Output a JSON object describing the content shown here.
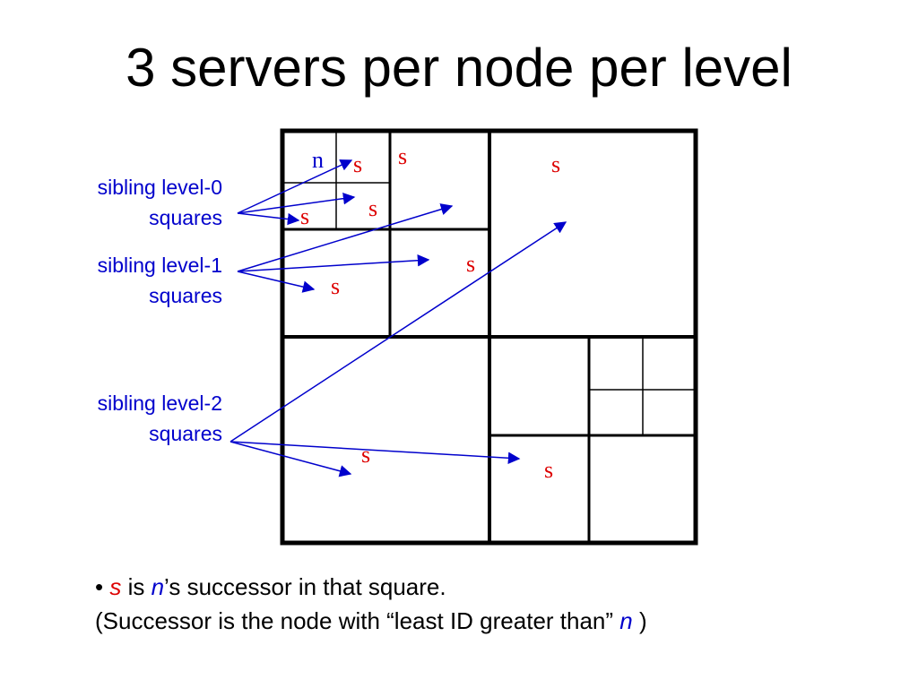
{
  "title": "3 servers per node per level",
  "labels": {
    "level0": [
      "sibling level-0",
      "squares"
    ],
    "level1": [
      "sibling level-1",
      "squares"
    ],
    "level2": [
      "sibling level-2",
      "squares"
    ]
  },
  "diagram": {
    "node_label": "n",
    "server_label": "s"
  },
  "footnote": {
    "bullet": "•",
    "s": "s",
    "is": " is ",
    "n": "n",
    "rest1": "’s successor in that square.",
    "line2_start": "(Successor is the node with “least ID greater than” ",
    "n2": "n",
    "line2_end": " )"
  },
  "colors": {
    "arrow": "#0000cc",
    "label": "#0000cc",
    "server": "#dd0000",
    "node": "#0000cc",
    "grid": "#000000"
  }
}
